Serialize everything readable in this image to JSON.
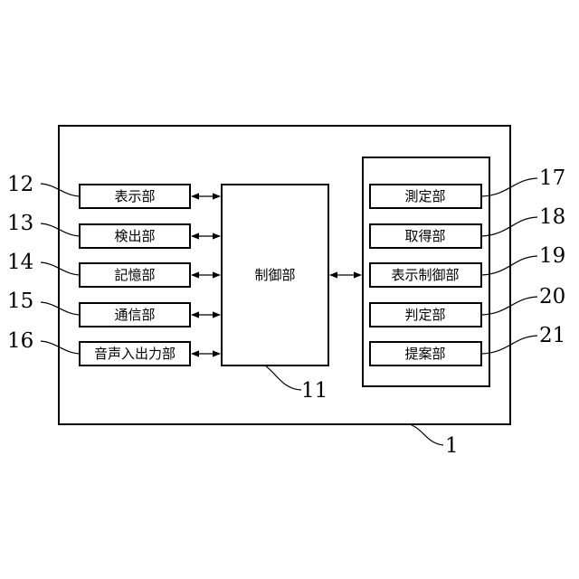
{
  "device": {
    "ref": "1"
  },
  "controller": {
    "label": "制御部",
    "ref": "11"
  },
  "left_units": [
    {
      "label": "表示部",
      "ref": "12"
    },
    {
      "label": "検出部",
      "ref": "13"
    },
    {
      "label": "記憶部",
      "ref": "14"
    },
    {
      "label": "通信部",
      "ref": "15"
    },
    {
      "label": "音声入出力部",
      "ref": "16"
    }
  ],
  "right_units": [
    {
      "label": "測定部",
      "ref": "17"
    },
    {
      "label": "取得部",
      "ref": "18"
    },
    {
      "label": "表示制御部",
      "ref": "19"
    },
    {
      "label": "判定部",
      "ref": "20"
    },
    {
      "label": "提案部",
      "ref": "21"
    }
  ]
}
